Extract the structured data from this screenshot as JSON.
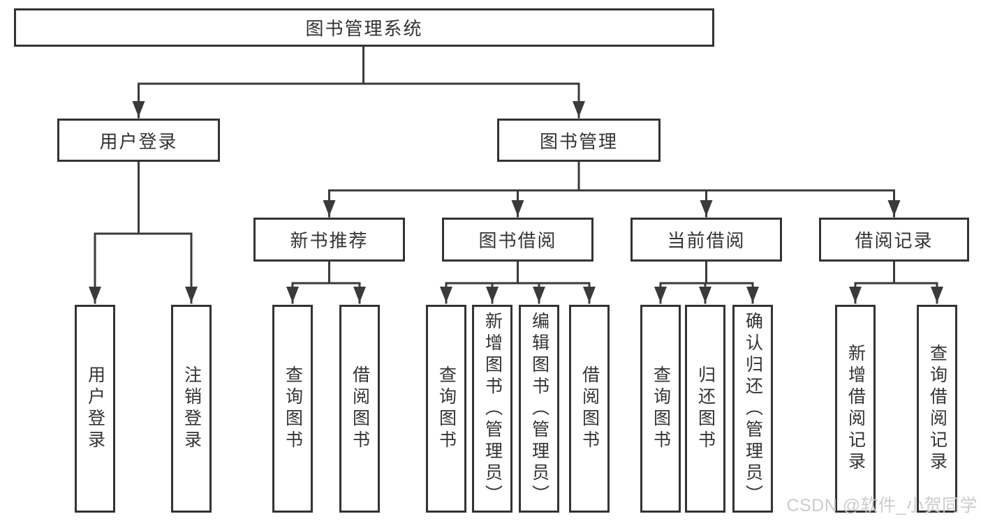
{
  "diagram": {
    "root": {
      "label": "图书管理系统"
    },
    "level2": [
      {
        "label": "用户登录"
      },
      {
        "label": "图书管理"
      }
    ],
    "level3": [
      {
        "label": "新书推荐"
      },
      {
        "label": "图书借阅"
      },
      {
        "label": "当前借阅"
      },
      {
        "label": "借阅记录"
      }
    ],
    "leaves": {
      "user_login": [
        "用户登录",
        "注销登录"
      ],
      "new_books": [
        "查询图书",
        "借阅图书"
      ],
      "book_borrowing": [
        "查询图书",
        "新增图书（管理员）",
        "编辑图书（管理员）",
        "借阅图书"
      ],
      "current_borrowing": [
        "查询图书",
        "归还图书",
        "确认归还（管理员）"
      ],
      "borrowing_records": [
        "新增借阅记录",
        "查询借阅记录"
      ]
    },
    "colors": {
      "line": "#3a3a3a",
      "border": "#333333",
      "text": "#333333",
      "background": "#ffffff",
      "watermark": "#cccccc"
    },
    "watermark": "CSDN @软件_小贺同学"
  }
}
